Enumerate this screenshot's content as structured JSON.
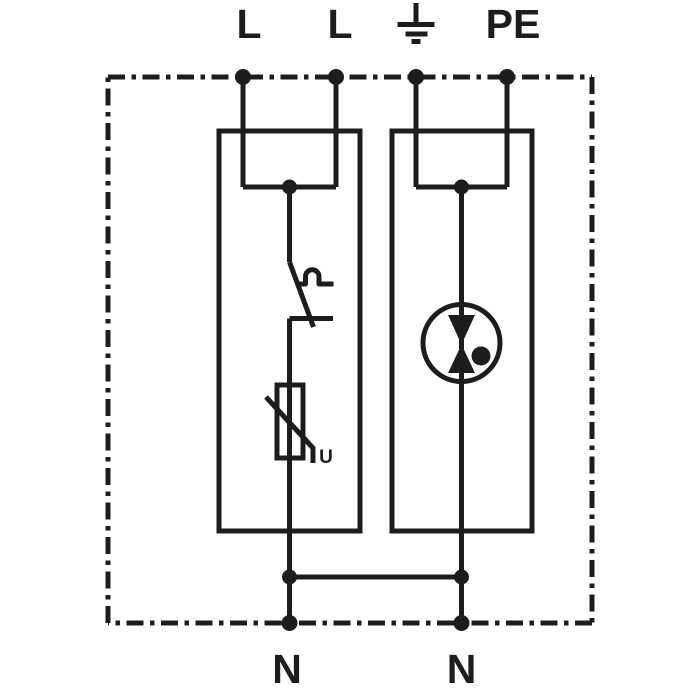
{
  "diagram": {
    "type": "circuit-schematic",
    "description": "Surge protective device (SPD) basic circuit diagram with dash-dot enclosure boundary, two plug-in protection modules, thermal disconnector with varistor (L-N path) and spark gap (N-PE path)",
    "colors": {
      "line": "#1d1d1b",
      "background": "#ffffff"
    },
    "terminals": {
      "top": [
        {
          "id": "L1",
          "label": "L"
        },
        {
          "id": "L2",
          "label": "L"
        },
        {
          "id": "earth",
          "label": "",
          "icon": "earth-ground-icon"
        },
        {
          "id": "PE",
          "label": "PE"
        }
      ],
      "bottom": [
        {
          "id": "N1",
          "label": "N"
        },
        {
          "id": "N2",
          "label": "N"
        }
      ]
    },
    "components": {
      "left_module": {
        "name": "varistor-protection-module",
        "parts": [
          {
            "icon": "thermal-disconnector-icon",
            "meaning": "switch with thermal disconnect device"
          },
          {
            "icon": "varistor-icon",
            "meaning": "voltage dependent resistor",
            "label": "U"
          }
        ]
      },
      "right_module": {
        "name": "spark-gap-protection-module",
        "parts": [
          {
            "icon": "spark-gap-icon",
            "meaning": "gas discharge tube / spark gap"
          }
        ]
      }
    }
  }
}
